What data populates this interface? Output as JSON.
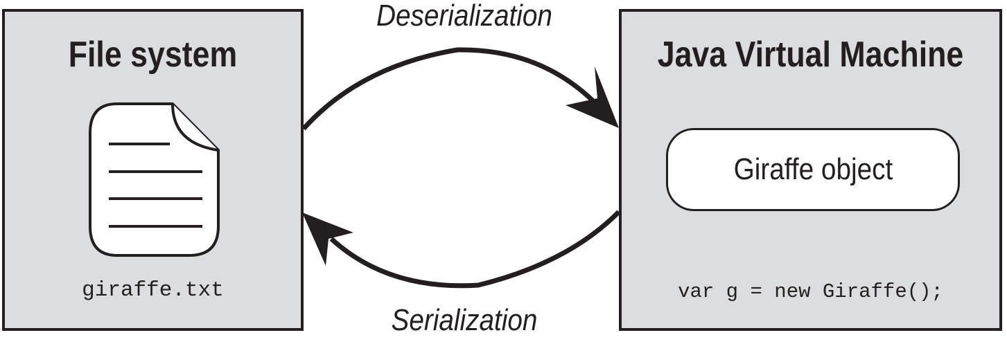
{
  "file_system": {
    "title": "File system",
    "filename": "giraffe.txt"
  },
  "jvm": {
    "title": "Java Virtual Machine",
    "object_label": "Giraffe object",
    "code": "var g = new Giraffe();"
  },
  "flows": {
    "deserialization": "Deserialization",
    "serialization": "Serialization"
  },
  "icons": {
    "document": "document-icon"
  },
  "colors": {
    "panel_fill": "#dcdddf",
    "ink": "#231f20"
  }
}
